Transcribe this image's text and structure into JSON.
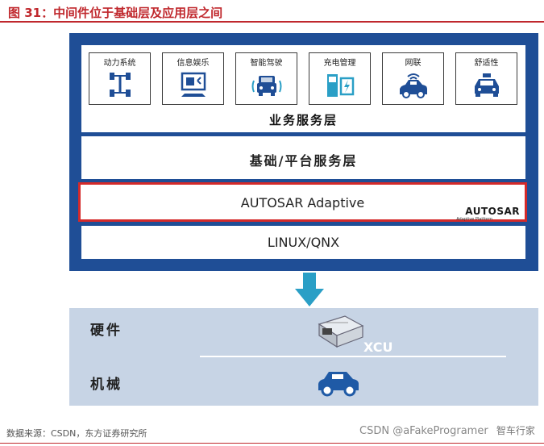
{
  "header": {
    "title": "图 31：中间件位于基础层及应用层之间"
  },
  "diagram": {
    "apps": [
      {
        "label": "动力系统",
        "icon": "chassis-icon"
      },
      {
        "label": "信息娱乐",
        "icon": "display-icon"
      },
      {
        "label": "智能驾驶",
        "icon": "smart-driving-car-icon"
      },
      {
        "label": "充电管理",
        "icon": "charging-station-icon"
      },
      {
        "label": "网联",
        "icon": "connected-car-icon"
      },
      {
        "label": "舒适性",
        "icon": "taxi-icon"
      }
    ],
    "business_layer": "业务服务层",
    "platform_layer": "基础/平台服务层",
    "autosar_layer": "AUTOSAR Adaptive",
    "autosar_logo": "AUTOSAR",
    "autosar_logo_sub": "Adaptive Platform",
    "os_layer": "LINUX/QNX",
    "hardware_label": "硬件",
    "hardware_item": "XCU",
    "mechanical_label": "机械"
  },
  "colors": {
    "title_red": "#c0282d",
    "arch_blue": "#1f4e96",
    "highlight_red": "#d42a2a",
    "arrow_teal": "#2a9fc6",
    "hw_panel": "#c7d4e5"
  },
  "footer": {
    "source": "数据来源：CSDN，东方证券研究所",
    "watermark": "CSDN @aFakeProgramer",
    "wechat_brand": "智车行家"
  }
}
